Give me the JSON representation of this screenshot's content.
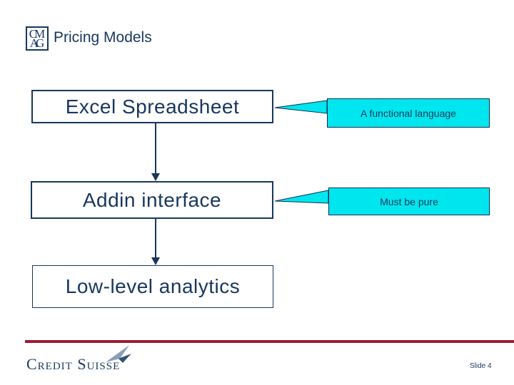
{
  "colors": {
    "navy": "#17375D",
    "callout_cyan": "#00E6EF",
    "divider_maroon": "#9C1B33",
    "sail_light": "#8CA0B6",
    "sail_dark": "#2F5377"
  },
  "header": {
    "logo_top": "CM",
    "logo_bottom": "AG",
    "title": "Pricing Models"
  },
  "diagram": {
    "boxes": [
      {
        "label": "Excel Spreadsheet"
      },
      {
        "label": "Addin interface"
      },
      {
        "label": "Low-level analytics"
      }
    ],
    "connections": [
      {
        "from": "Excel Spreadsheet",
        "to": "Addin interface"
      },
      {
        "from": "Addin interface",
        "to": "Low-level analytics"
      }
    ],
    "callouts": [
      {
        "label": "A functional language",
        "attached_to": "Excel Spreadsheet"
      },
      {
        "label": "Must be pure",
        "attached_to": "Addin interface"
      }
    ]
  },
  "footer": {
    "brand": "Credit Suisse",
    "slide_number": "Slide 4"
  }
}
